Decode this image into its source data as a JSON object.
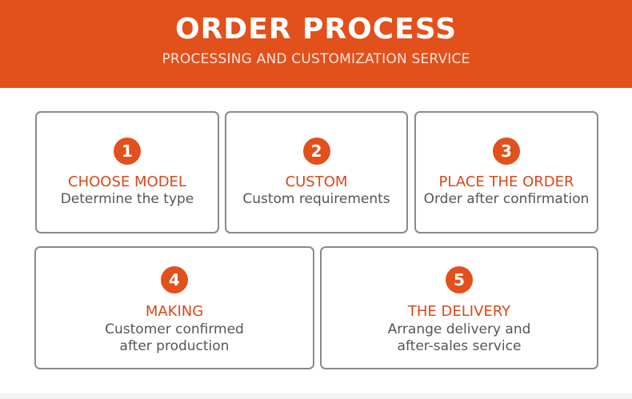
{
  "header": {
    "title": "ORDER PROCESS",
    "subtitle": "PROCESSING AND CUSTOMIZATION SERVICE"
  },
  "steps": [
    {
      "number": "1",
      "title": "CHOOSE MODEL",
      "desc": [
        "Determine the type"
      ]
    },
    {
      "number": "2",
      "title": "CUSTOM",
      "desc": [
        "Custom requirements"
      ]
    },
    {
      "number": "3",
      "title": "PLACE THE ORDER",
      "desc": [
        "Order after confirmation"
      ]
    },
    {
      "number": "4",
      "title": "MAKING",
      "desc": [
        "Customer confirmed",
        "after production"
      ]
    },
    {
      "number": "5",
      "title": "THE DELIVERY",
      "desc": [
        "Arrange delivery and",
        "after-sales service"
      ]
    }
  ],
  "colors": {
    "accent": "#e2501b",
    "title_text": "#d9481a",
    "body_text": "#555555",
    "border": "#8a8a8a"
  }
}
